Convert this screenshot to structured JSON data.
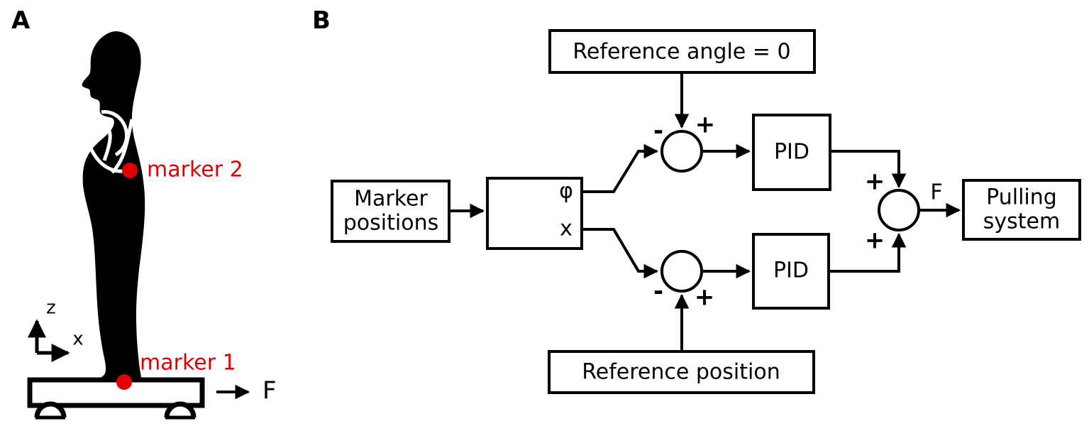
{
  "figure": {
    "panels": [
      {
        "id": "A",
        "letter": "A",
        "name": "experimental-setup"
      },
      {
        "id": "B",
        "letter": "B",
        "name": "control-block-diagram"
      }
    ]
  },
  "panel_a": {
    "letter": "A",
    "markers": [
      {
        "id": "marker1",
        "label": "marker 1",
        "color": "#e00000"
      },
      {
        "id": "marker2",
        "label": "marker 2",
        "color": "#e00000"
      }
    ],
    "axes": {
      "vertical_label": "z",
      "horizontal_label": "x"
    },
    "force": {
      "label": "F"
    }
  },
  "panel_b": {
    "letter": "B",
    "blocks": [
      {
        "id": "reference-angle",
        "label": "Reference angle = 0"
      },
      {
        "id": "marker-positions",
        "label": "Marker\npositions",
        "line1": "Marker",
        "line2": "positions"
      },
      {
        "id": "splitter",
        "label": "",
        "port_top": "φ",
        "port_bottom": "x"
      },
      {
        "id": "pid-angle",
        "label": "PID"
      },
      {
        "id": "pid-position",
        "label": "PID"
      },
      {
        "id": "pulling-system",
        "label": "Pulling\nsystem",
        "line1": "Pulling",
        "line2": "system"
      },
      {
        "id": "reference-position",
        "label": "Reference position"
      }
    ],
    "sum_junctions": [
      {
        "id": "sum-angle",
        "signs": {
          "top": "+",
          "left": "-"
        }
      },
      {
        "id": "sum-position",
        "signs": {
          "bottom": "+",
          "left": "-"
        }
      },
      {
        "id": "sum-force",
        "signs": {
          "top": "+",
          "bottom": "+"
        }
      }
    ],
    "signals": [
      {
        "id": "angle-signal",
        "label": "φ"
      },
      {
        "id": "position-signal",
        "label": "x"
      },
      {
        "id": "force-signal",
        "label": "F"
      }
    ],
    "signs": {
      "plus": "+",
      "minus": "-"
    }
  },
  "colors": {
    "marker": "#e00000",
    "stroke": "#000000",
    "background": "#ffffff"
  }
}
